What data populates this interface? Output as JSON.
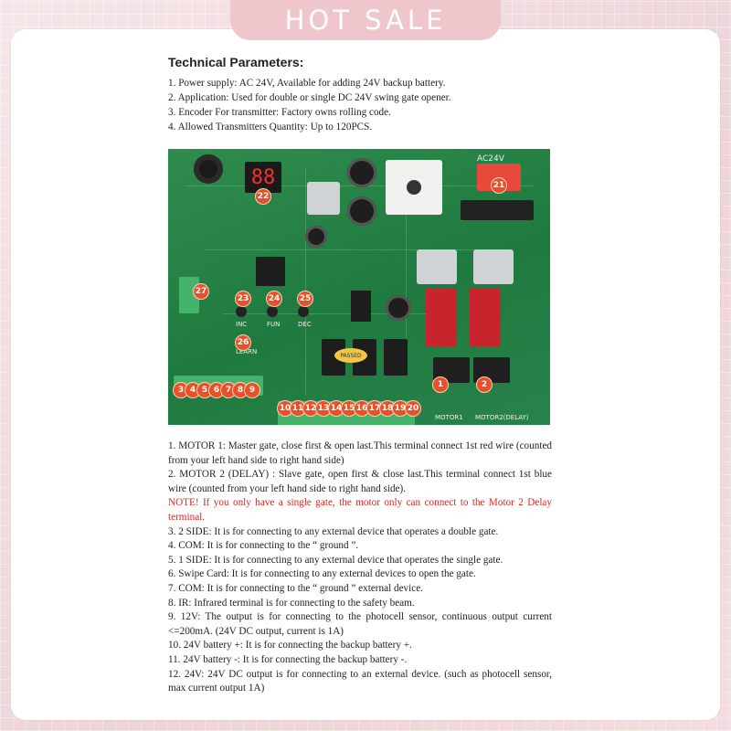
{
  "banner": {
    "text": "HOT SALE"
  },
  "colors": {
    "banner": "#eec6cc",
    "board": "#1f7a3f",
    "note": "#e0261f",
    "marker": "#e8502a"
  },
  "technical": {
    "title": "Technical Parameters:",
    "lines": [
      "1. Power supply: AC 24V, Available for adding 24V backup battery.",
      "2. Application: Used for double or single DC 24V swing gate opener.",
      "3. Encoder For transmitter: Factory owns rolling code.",
      "4. Allowed Transmitters Quantity: Up to 120PCS."
    ]
  },
  "board": {
    "label_ac": "AC24V",
    "label_motor1": "MOTOR1",
    "label_motor2": "MOTOR2(DELAY)",
    "label_fun": "FUN",
    "label_dec": "DEC",
    "label_inc": "INC",
    "label_learn": "LEARN",
    "label_passed": "PASSED",
    "display": "88",
    "markers": [
      "1",
      "2",
      "3",
      "4",
      "5",
      "6",
      "7",
      "8",
      "9",
      "10",
      "11",
      "12",
      "13",
      "14",
      "15",
      "16",
      "17",
      "18",
      "19",
      "20",
      "21",
      "22",
      "23",
      "24",
      "25",
      "26",
      "27"
    ]
  },
  "descriptions": [
    {
      "text": "1.  MOTOR 1: Master gate, close first & open last.This terminal connect 1st red wire (counted from your left hand side to right hand side)",
      "red": false
    },
    {
      "text": "2.  MOTOR 2 (DELAY) : Slave gate, open first & close last.This terminal connect 1st blue wire (counted from your left hand side to right hand side).",
      "red": false
    },
    {
      "text": "NOTE! If you only have a single gate, the motor only can connect to the Motor 2 Delay terminal.",
      "red": true
    },
    {
      "text": "3.  2 SIDE: It is for connecting to any external device that operates a double gate.",
      "red": false
    },
    {
      "text": "4.  COM: It is for connecting to the “ ground ”.",
      "red": false
    },
    {
      "text": "5.  1 SIDE: It is for connecting to any external device that operates the single gate.",
      "red": false
    },
    {
      "text": "6.  Swipe Card: It is for connecting to any external devices to open the gate.",
      "red": false
    },
    {
      "text": "7.  COM: It is for connecting to the “ ground ” external device.",
      "red": false
    },
    {
      "text": "8.  IR: Infrared terminal is for connecting to the safety beam.",
      "red": false
    },
    {
      "text": "9.  12V: The output is for connecting to the photocell sensor, continuous output current <=200mA. (24V DC output, current is 1A)",
      "red": false
    },
    {
      "text": "10.  24V battery +: It is for connecting the backup battery +.",
      "red": false
    },
    {
      "text": "11.  24V battery -: It is for connecting the backup battery -.",
      "red": false
    },
    {
      "text": "12.  24V: 24V DC output is for connecting to an external device. (such as photocell sensor, max current output 1A)",
      "red": false
    }
  ]
}
